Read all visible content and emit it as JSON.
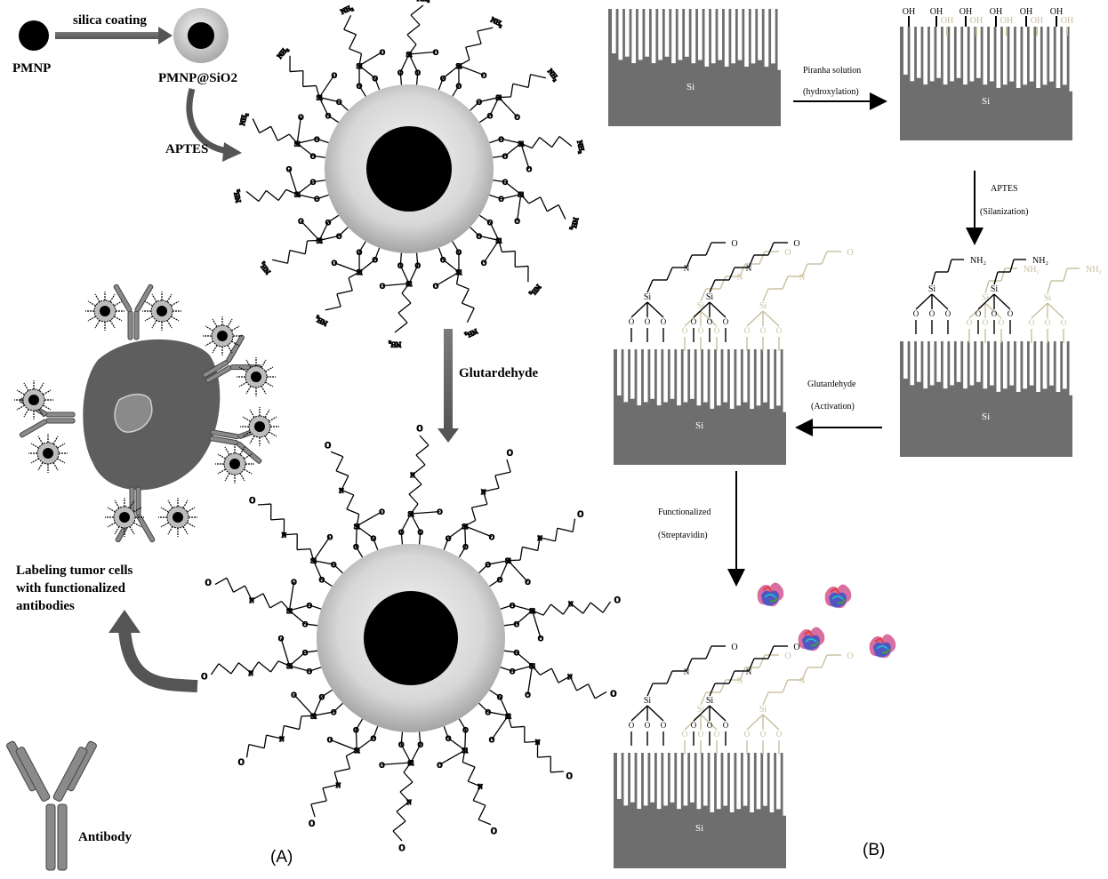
{
  "panel_a": {
    "pmnp": "PMNP",
    "silica_coating": "silica coating",
    "pmnp_sio2": "PMNP@SiO2",
    "aptes": "APTES",
    "glutardehyde": "Glutardehyde",
    "labeling_line1": "Labeling tumor cells",
    "labeling_line2": "with functionalized",
    "labeling_line3": "antibodies",
    "antibody": "Antibody",
    "panel_label": "(A)",
    "chem": {
      "si": "Si",
      "o": "O",
      "nh2": "NH₂",
      "n": "N"
    }
  },
  "panel_b": {
    "si": "Si",
    "piranha1": "Piranha solution",
    "piranha2": "(hydroxylation)",
    "oh": "OH",
    "aptes1": "APTES",
    "aptes2": "(Silanization)",
    "nh2": "NH₂",
    "glut1": "Glutardehyde",
    "glut2": "(Activation)",
    "func1": "Functionalized",
    "func2": "(Streptavidin)",
    "o": "O",
    "n": "N",
    "panel_label": "(B)"
  },
  "colors": {
    "core": "#000000",
    "shell_light": "#f2f2f2",
    "shell_dark": "#9a9a9a",
    "arrow_gray": "#666666",
    "substrate": "#6e6e6e",
    "cell": "#5e5e5e",
    "nucleus": "#8a8a8a",
    "ghost_chain": "#c8bf9e",
    "antibody": "#8a8a8a"
  }
}
